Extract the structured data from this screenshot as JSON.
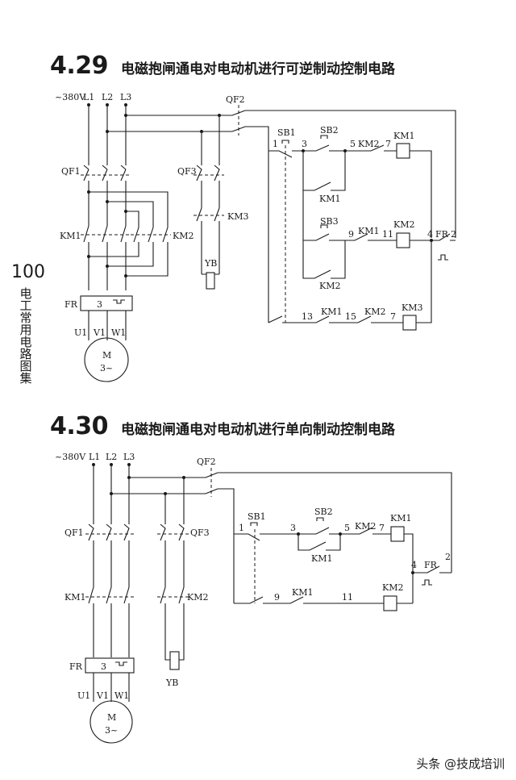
{
  "page": {
    "page_number": "100",
    "book_title": "电工常用电路图集",
    "watermark": "头条 @技成培训"
  },
  "figure1": {
    "number": "4.29",
    "title": "电磁抱闸通电对电动机进行可逆制动控制电路",
    "labels": {
      "supply": "~380V",
      "L1": "L1",
      "L2": "L2",
      "L3": "L3",
      "QF1": "QF1",
      "QF2": "QF2",
      "QF3": "QF3",
      "KM1": "KM1",
      "KM2": "KM2",
      "KM3": "KM3",
      "FR": "FR",
      "FR_box": "3",
      "YB": "YB",
      "U1": "U1",
      "V1": "V1",
      "W1": "W1",
      "motor": "M",
      "motor_phase": "3~",
      "SB1": "SB1",
      "SB2": "SB2",
      "SB3": "SB3",
      "n1": "1",
      "n2": "2",
      "n3": "3",
      "n4": "4",
      "n5": "5",
      "n7": "7",
      "n9": "9",
      "n11": "11",
      "n13": "13",
      "n15": "15",
      "r1_km2": "KM2",
      "r1_coil": "KM1",
      "r1_hold": "KM1",
      "r2_km1": "KM1",
      "r2_coil": "KM2",
      "r2_hold": "KM2",
      "r3_km1": "KM1",
      "r3_km2": "KM2",
      "r3_coil": "KM3",
      "fr_contact": "FR"
    }
  },
  "figure2": {
    "number": "4.30",
    "title": "电磁抱闸通电对电动机进行单向制动控制电路",
    "labels": {
      "supply": "~380V",
      "L1": "L1",
      "L2": "L2",
      "L3": "L3",
      "QF1": "QF1",
      "QF2": "QF2",
      "QF3": "QF3",
      "KM1": "KM1",
      "KM2": "KM2",
      "FR": "FR",
      "FR_box": "3",
      "YB": "YB",
      "U1": "U1",
      "V1": "V1",
      "W1": "W1",
      "motor": "M",
      "motor_phase": "3~",
      "SB1": "SB1",
      "SB2": "SB2",
      "n1": "1",
      "n2": "2",
      "n3": "3",
      "n4": "4",
      "n5": "5",
      "n7": "7",
      "n9": "9",
      "n11": "11",
      "r1_km2": "KM2",
      "r1_coil": "KM1",
      "r1_hold": "KM1",
      "r2_km1": "KM1",
      "r2_coil": "KM2",
      "fr_contact": "FR"
    }
  }
}
